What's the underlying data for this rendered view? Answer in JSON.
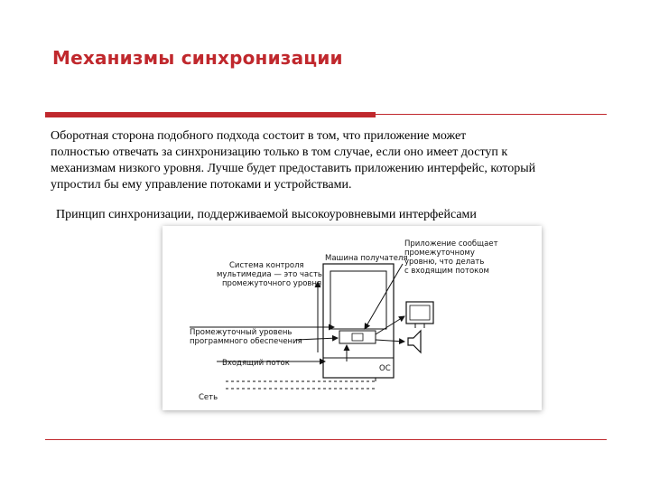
{
  "slide": {
    "title": "Механизмы синхронизации",
    "paragraph_lines": [
      "Оборотная сторона подобного подхода состоит в том, что приложение может",
      "полностью отвечать за синхронизацию только в том случае, если оно имеет доступ к",
      "механизмам низкого уровня. Лучше будет предоставить приложению  интерфейс, который",
      "упростил бы ему управление потоками и устройствами."
    ],
    "caption": "Принцип синхронизации, поддерживаемой высокоуровневыми интерфейсами"
  },
  "figure": {
    "receiver_label": "Машина получателя",
    "app_note": [
      "Приложение сообщает",
      "промежуточному",
      "уровню, что делать",
      "с входящим потоком"
    ],
    "multimedia_note": [
      "Система контроля",
      "мультимедиа — это часть",
      "промежуточного уровня"
    ],
    "middleware_note": [
      "Промежуточный уровень",
      "программного обеспечения"
    ],
    "incoming_stream": "Входящий поток",
    "os_label": "ОС",
    "network_label": "Сеть"
  },
  "colors": {
    "accent": "#c0282d"
  }
}
